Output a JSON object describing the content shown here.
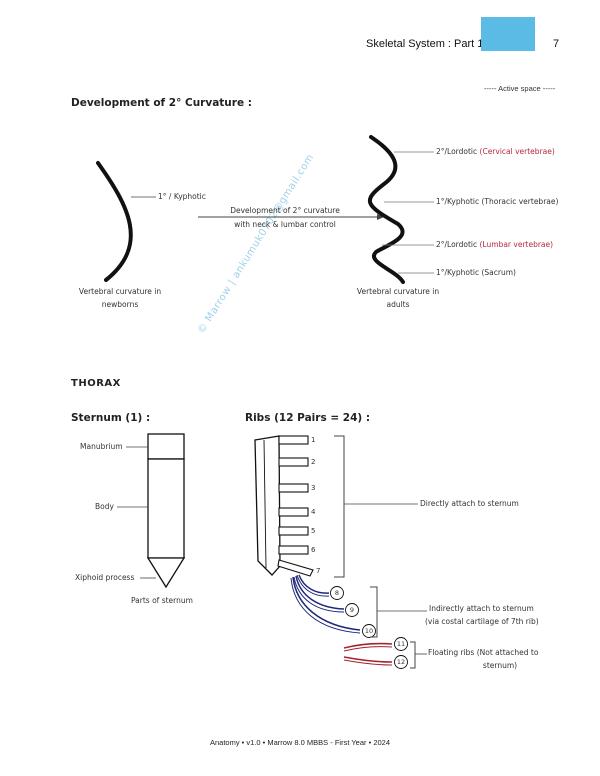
{
  "header": {
    "title": "Skeletal System : Part 1",
    "page": "7",
    "accent_color": "#5bbbe4"
  },
  "active_space": "----- Active space -----",
  "development": {
    "heading": "Development of 2° Curvature :",
    "kyphotic_label": "1° / Kyphotic",
    "arrow_text_1": "Development of 2° curvature",
    "arrow_text_2": "with neck & lumbar control",
    "newborn_1": "Vertebral curvature in",
    "newborn_2": "newborns",
    "adult_1": "Vertebral curvature in",
    "adult_2": "adults",
    "cervical_prefix": "2°/Lordotic ",
    "cervical_name": "(Cervical vertebrae)",
    "thoracic": "1°/Kyphotic (Thoracic vertebrae)",
    "lumbar_prefix": "2°/Lordotic ",
    "lumbar_name": "(Lumbar vertebrae)",
    "sacrum": "1°/Kyphotic (Sacrum)",
    "highlight_color": "#b32b3d"
  },
  "thorax": {
    "heading": "THORAX",
    "sternum_heading": "Sternum (1) :",
    "ribs_heading": "Ribs (12 Pairs = 24) :",
    "manubrium": "Manubrium",
    "body": "Body",
    "xiphoid": "Xiphoid process",
    "parts": "Parts of sternum",
    "rib_numbers": [
      "1",
      "2",
      "3",
      "4",
      "5",
      "6",
      "7",
      "8",
      "9",
      "10",
      "11",
      "12"
    ],
    "true_ribs": "Directly attach to sternum",
    "false_ribs_1": "Indirectly attach to sternum",
    "false_ribs_2": "(via costal cartilage of 7th rib)",
    "floating_1": "Floating ribs (Not attached to",
    "floating_2": "sternum)",
    "false_rib_color": "#1f2a7a",
    "floating_rib_color": "#a3232f"
  },
  "watermark": "© Marrow | ankumuk0702@gmail.com",
  "footer": "Anatomy • v1.0 • Marrow 8.0 MBBS - First Year • 2024"
}
